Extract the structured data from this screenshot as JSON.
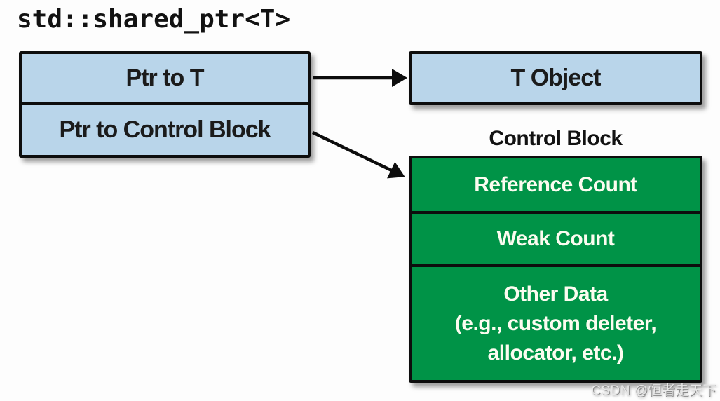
{
  "title": "std::shared_ptr<T>",
  "shared_ptr_box": {
    "rows": [
      {
        "label": "Ptr to T"
      },
      {
        "label": "Ptr to Control Block"
      }
    ]
  },
  "t_object_box": {
    "label": "T Object"
  },
  "control_block": {
    "heading": "Control Block",
    "rows": [
      {
        "label": "Reference Count"
      },
      {
        "label": "Weak Count"
      }
    ],
    "other_data_lines": [
      "Other Data",
      "(e.g., custom deleter,",
      "allocator, etc.)"
    ]
  },
  "arrows": [
    {
      "from": "Ptr to T",
      "to": "T Object"
    },
    {
      "from": "Ptr to Control Block",
      "to": "Control Block"
    }
  ],
  "watermark": "CSDN @恒者走天下",
  "colors": {
    "box_blue": "#B9D5EA",
    "box_green": "#009347",
    "border": "#0D0D0D",
    "label_text": "#1B1B1B",
    "green_text": "#FCFCF0"
  }
}
